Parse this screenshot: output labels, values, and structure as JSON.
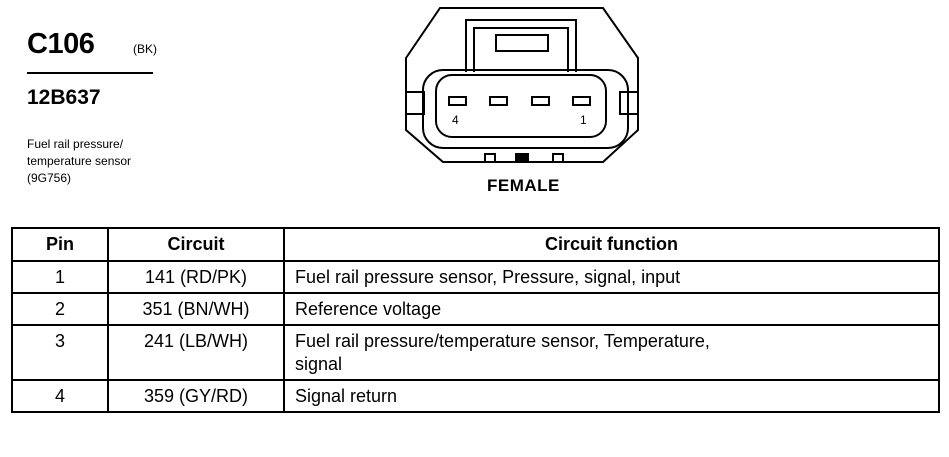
{
  "connector": {
    "code": "C106",
    "color": "(BK)",
    "part_number": "12B637",
    "description_lines": [
      "Fuel rail pressure/",
      "temperature sensor",
      "(9G756)"
    ],
    "pin_label_left": "4",
    "pin_label_right": "1",
    "gender": "FEMALE"
  },
  "table": {
    "headers": [
      "Pin",
      "Circuit",
      "Circuit function"
    ],
    "rows": [
      {
        "pin": "1",
        "circuit": "141 (RD/PK)",
        "function": [
          "Fuel rail pressure sensor, Pressure, signal, input"
        ]
      },
      {
        "pin": "2",
        "circuit": "351 (BN/WH)",
        "function": [
          "Reference voltage"
        ]
      },
      {
        "pin": "3",
        "circuit": "241 (LB/WH)",
        "function": [
          "Fuel rail pressure/temperature sensor, Temperature,",
          "signal"
        ]
      },
      {
        "pin": "4",
        "circuit": "359 (GY/RD)",
        "function": [
          "Signal return"
        ]
      }
    ]
  }
}
